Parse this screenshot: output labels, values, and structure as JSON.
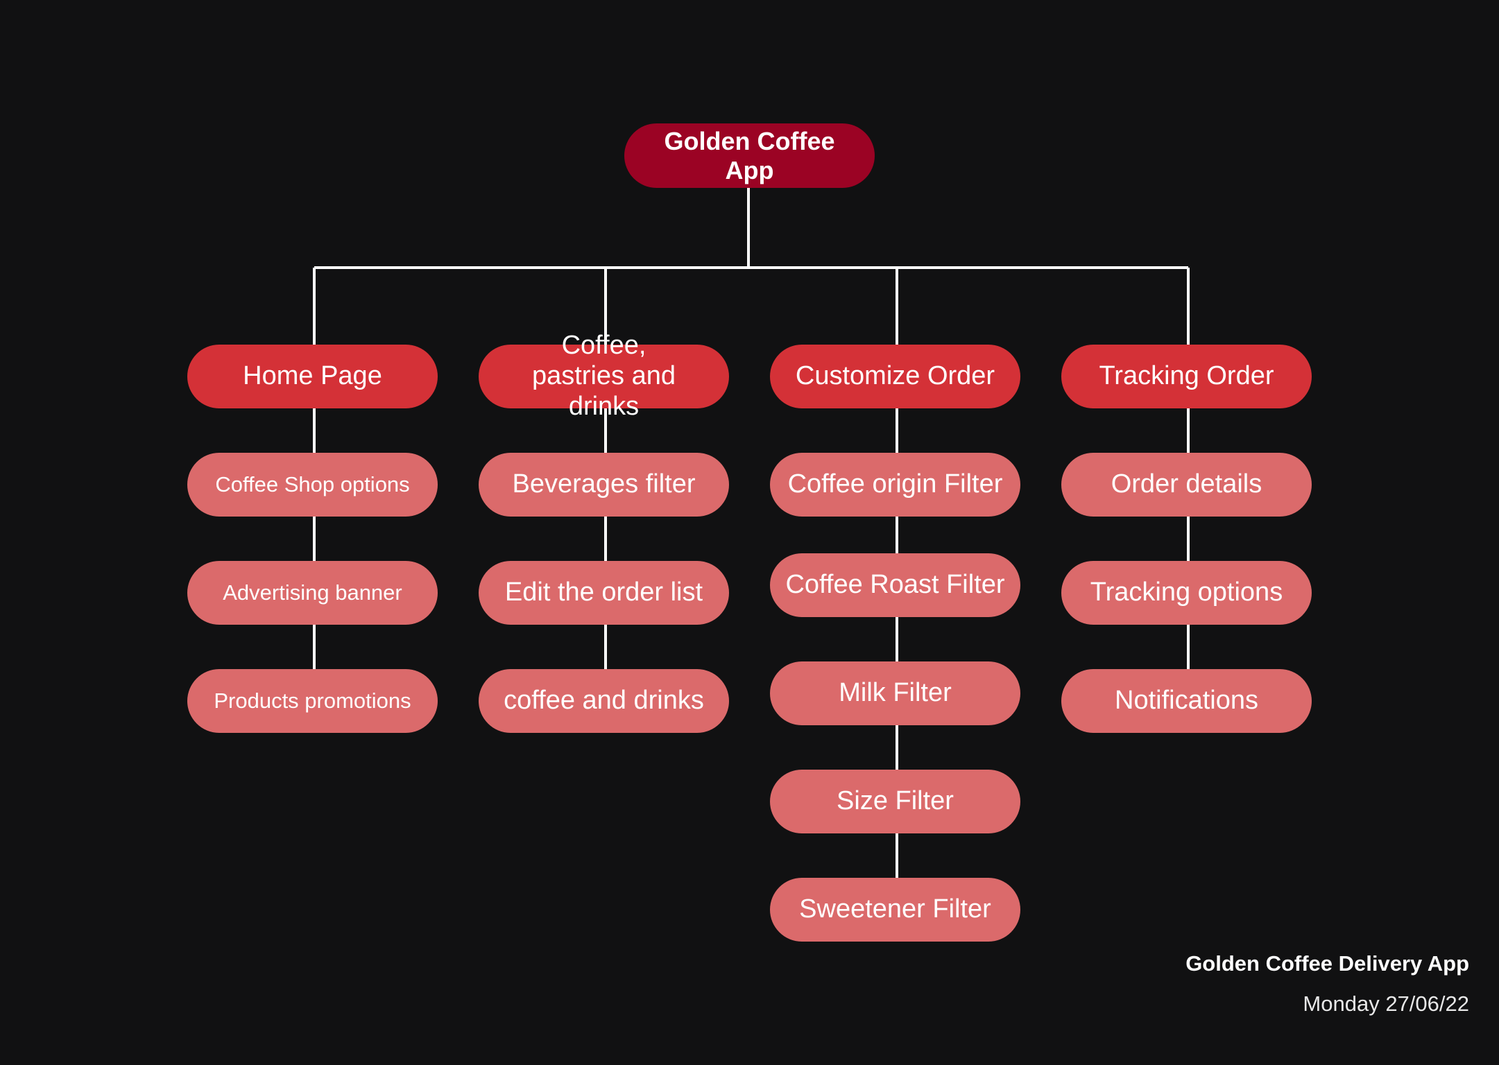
{
  "diagram": {
    "root": "Golden Coffee App",
    "branches": [
      {
        "label": "Home Page",
        "children": [
          "Coffee Shop options",
          "Advertising banner",
          "Products promotions"
        ]
      },
      {
        "label": "Coffee, pastries and drinks",
        "children": [
          "Beverages filter",
          "Edit the order list",
          "coffee and drinks"
        ]
      },
      {
        "label": "Customize Order",
        "children": [
          "Coffee origin Filter",
          "Coffee Roast Filter",
          "Milk Filter",
          "Size Filter",
          "Sweetener Filter"
        ]
      },
      {
        "label": "Tracking Order",
        "children": [
          "Order details",
          "Tracking options",
          "Notifications"
        ]
      }
    ]
  },
  "footer": {
    "title": "Golden Coffee Delivery App",
    "date": "Monday 27/06/22"
  },
  "colors": {
    "background": "#111112",
    "root": "#9b0324",
    "branch": "#d43137",
    "leaf": "#db6a6b",
    "connector": "#ffffff"
  }
}
